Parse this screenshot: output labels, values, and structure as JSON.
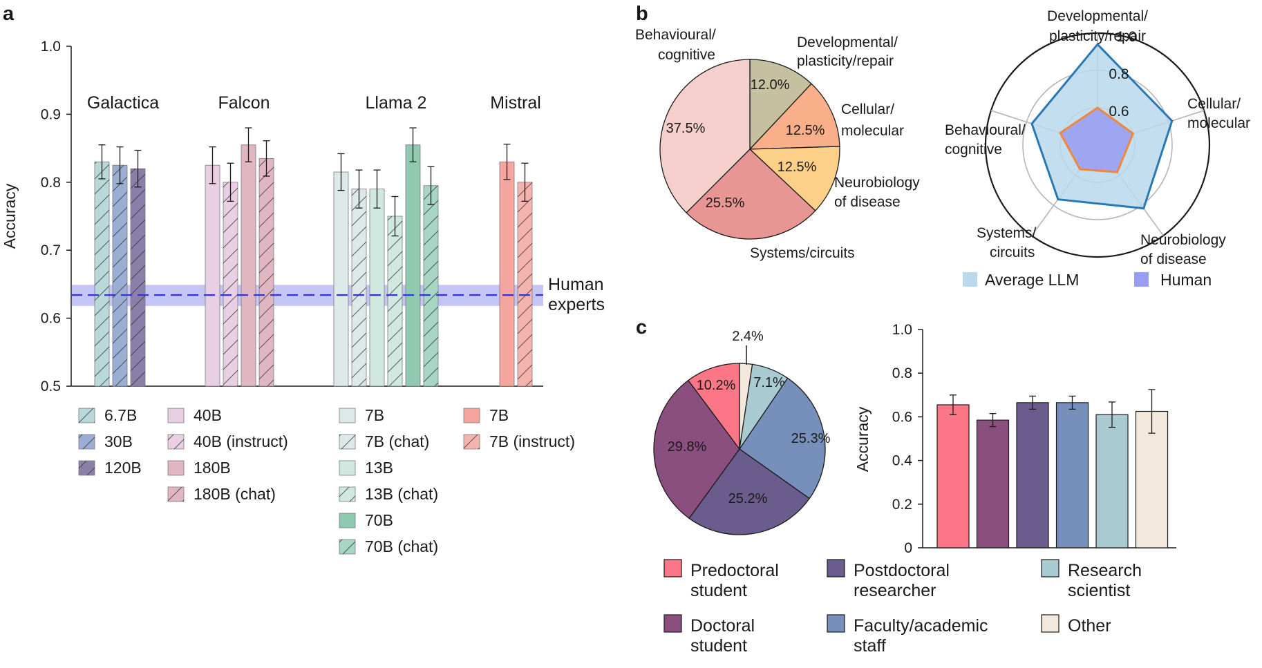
{
  "panel_labels": {
    "a": "a",
    "b": "b",
    "c": "c"
  },
  "chart_data": [
    {
      "id": "a",
      "type": "bar",
      "ylabel": "Accuracy",
      "ylim": [
        0.5,
        1.0
      ],
      "yticks": [
        "0.5",
        "0.6",
        "0.7",
        "0.8",
        "0.9",
        "1.0"
      ],
      "reference_line": {
        "label_line1": "Human",
        "label_line2": "experts",
        "value": 0.634,
        "band": [
          0.618,
          0.649
        ],
        "color": "#3333dd",
        "style": "dashed"
      },
      "groups": [
        {
          "name": "Galactica",
          "bars": [
            {
              "label": "6.7B",
              "value": 0.83,
              "err": 0.025,
              "color": "#b9d8da",
              "hatched": true
            },
            {
              "label": "30B",
              "value": 0.825,
              "err": 0.027,
              "color": "#9aaed4",
              "hatched": true
            },
            {
              "label": "120B",
              "value": 0.82,
              "err": 0.027,
              "color": "#8a7fa9",
              "hatched": true
            }
          ]
        },
        {
          "name": "Falcon",
          "bars": [
            {
              "label": "40B",
              "value": 0.825,
              "err": 0.027,
              "color": "#e8cfe3",
              "hatched": false
            },
            {
              "label": "40B (instruct)",
              "value": 0.8,
              "err": 0.028,
              "color": "#e8cfe3",
              "hatched": true
            },
            {
              "label": "180B",
              "value": 0.855,
              "err": 0.025,
              "color": "#e0b6c2",
              "hatched": false
            },
            {
              "label": "180B (chat)",
              "value": 0.835,
              "err": 0.026,
              "color": "#e0b6c2",
              "hatched": true
            }
          ]
        },
        {
          "name": "Llama 2",
          "bars": [
            {
              "label": "7B",
              "value": 0.815,
              "err": 0.027,
              "color": "#dde8e8",
              "hatched": false
            },
            {
              "label": "7B (chat)",
              "value": 0.79,
              "err": 0.028,
              "color": "#dde8e8",
              "hatched": true
            },
            {
              "label": "13B",
              "value": 0.79,
              "err": 0.028,
              "color": "#cfe9e0",
              "hatched": false
            },
            {
              "label": "13B (chat)",
              "value": 0.75,
              "err": 0.029,
              "color": "#cfe9e0",
              "hatched": true
            },
            {
              "label": "70B",
              "value": 0.855,
              "err": 0.025,
              "color": "#8ec9b0",
              "hatched": false
            },
            {
              "label": "70B (chat)",
              "value": 0.795,
              "err": 0.028,
              "color": "#a7d6c5",
              "hatched": true
            }
          ]
        },
        {
          "name": "Mistral",
          "bars": [
            {
              "label": "7B",
              "value": 0.83,
              "err": 0.026,
              "color": "#f5a49e",
              "hatched": false
            },
            {
              "label": "7B (instruct)",
              "value": 0.8,
              "err": 0.028,
              "color": "#f5b3ae",
              "hatched": true
            }
          ]
        }
      ]
    },
    {
      "id": "b-pie",
      "type": "pie",
      "slices": [
        {
          "label_line1": "Developmental/",
          "label_line2": "plasticity/repair",
          "value": 12.0,
          "text": "12.0%",
          "color": "#c5c0a0"
        },
        {
          "label_line1": "Cellular/",
          "label_line2": "molecular",
          "value": 12.5,
          "text": "12.5%",
          "color": "#f9b08a"
        },
        {
          "label_line1": "Neurobiology",
          "label_line2": "of disease",
          "value": 12.5,
          "text": "12.5%",
          "color": "#fdd089"
        },
        {
          "label_line1": "Systems/circuits",
          "label_line2": "",
          "value": 25.5,
          "text": "25.5%",
          "color": "#e79694"
        },
        {
          "label_line1": "Behavioural/",
          "label_line2": "cognitive",
          "value": 37.5,
          "text": "37.5%",
          "color": "#f4cfcc"
        }
      ]
    },
    {
      "id": "b-radar",
      "type": "radar",
      "rlim": [
        0.4,
        1.0
      ],
      "rticks": [
        "0.6",
        "0.8",
        "1.0"
      ],
      "axes": [
        {
          "label_line1": "Developmental/",
          "label_line2": "plasticity/repair"
        },
        {
          "label_line1": "Cellular/",
          "label_line2": "molecular"
        },
        {
          "label_line1": "Neurobiology",
          "label_line2": "of disease"
        },
        {
          "label_line1": "Systems/",
          "label_line2": "circuits"
        },
        {
          "label_line1": "Behavioural/",
          "label_line2": "cognitive"
        }
      ],
      "series": [
        {
          "name": "Average LLM",
          "values": [
            0.94,
            0.82,
            0.82,
            0.76,
            0.77
          ],
          "fill": "#b9d9ec",
          "stroke": "#2778b5"
        },
        {
          "name": "Human",
          "values": [
            0.6,
            0.6,
            0.58,
            0.56,
            0.61
          ],
          "fill": "#9a9ef2",
          "stroke": "#f0883a"
        }
      ]
    },
    {
      "id": "c-pie",
      "type": "pie",
      "slices": [
        {
          "name": "Other",
          "value": 2.4,
          "text": "2.4%",
          "color": "#f3e8dc"
        },
        {
          "name": "Research scientist",
          "value": 7.1,
          "text": "7.1%",
          "color": "#a8cad0"
        },
        {
          "name": "Faculty/academic staff",
          "value": 25.3,
          "text": "25.3%",
          "color": "#7690bb"
        },
        {
          "name": "Postdoctoral researcher",
          "value": 25.2,
          "text": "25.2%",
          "color": "#6a5c8c"
        },
        {
          "name": "Doctoral student",
          "value": 29.8,
          "text": "29.8%",
          "color": "#8a4f7f"
        },
        {
          "name": "Predoctoral student",
          "value": 10.2,
          "text": "10.2%",
          "color": "#fb7787"
        }
      ]
    },
    {
      "id": "c-bar",
      "type": "bar",
      "ylabel": "Accuracy",
      "ylim": [
        0,
        1.0
      ],
      "yticks": [
        "0",
        "0.2",
        "0.4",
        "0.6",
        "0.8",
        "1.0"
      ],
      "categories": [
        "Predoctoral student",
        "Doctoral student",
        "Postdoctoral researcher",
        "Faculty/academic staff",
        "Research scientist",
        "Other"
      ],
      "values": [
        0.655,
        0.585,
        0.665,
        0.665,
        0.61,
        0.625
      ],
      "errors": [
        0.045,
        0.03,
        0.03,
        0.03,
        0.058,
        0.1
      ],
      "colors": [
        "#fb7787",
        "#8a4f7f",
        "#6a5c8c",
        "#7690bb",
        "#a8cad0",
        "#f3e8dc"
      ]
    }
  ],
  "legend_c": [
    {
      "line1": "Predoctoral",
      "line2": "student",
      "color": "#fb7787"
    },
    {
      "line1": "Postdoctoral",
      "line2": "researcher",
      "color": "#6a5c8c"
    },
    {
      "line1": "Research",
      "line2": "scientist",
      "color": "#a8cad0"
    },
    {
      "line1": "Doctoral",
      "line2": "student",
      "color": "#8a4f7f"
    },
    {
      "line1": "Faculty/academic",
      "line2": "staff",
      "color": "#7690bb"
    },
    {
      "line1": "Other",
      "line2": "",
      "color": "#f3e8dc"
    }
  ]
}
